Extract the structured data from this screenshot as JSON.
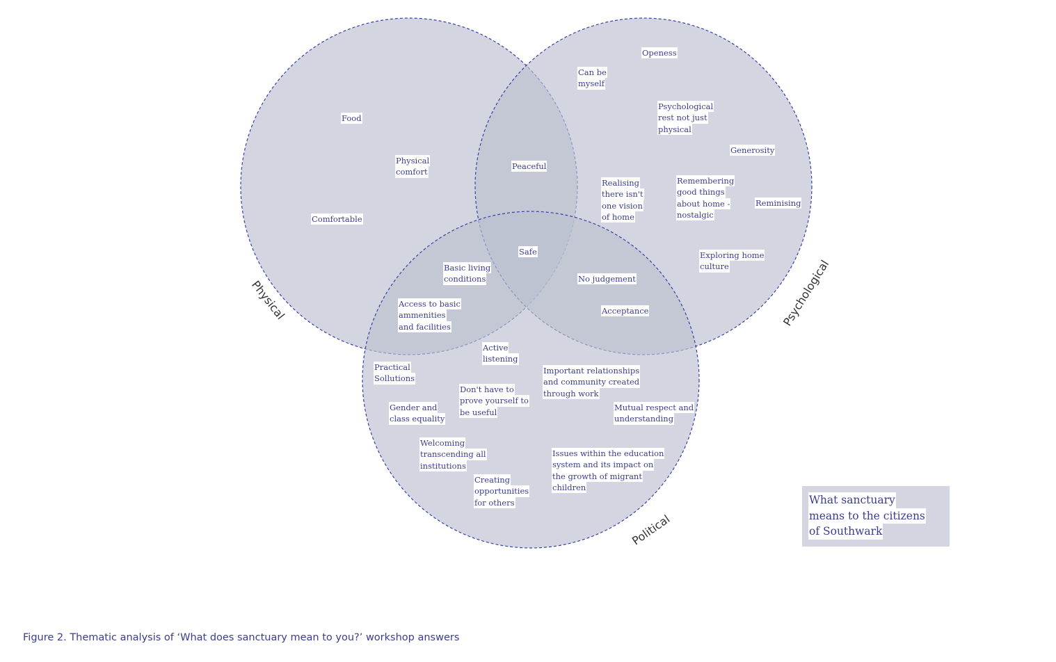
{
  "circles": [
    {
      "label": "Physical"
    },
    {
      "label": "Psychological"
    },
    {
      "label": "Political"
    }
  ],
  "notes": {
    "food": [
      "Food"
    ],
    "physical_comfort": [
      "Physical",
      "comfort"
    ],
    "comfortable": [
      "Comfortable"
    ],
    "peaceful": [
      "Peaceful"
    ],
    "openess": [
      "Openess"
    ],
    "can_be_myself": [
      "Can be",
      "myself"
    ],
    "psychological_rest": [
      "Psychological",
      "rest not just",
      "physical"
    ],
    "generosity": [
      "Generosity"
    ],
    "realising": [
      "Realising",
      "there isn't",
      "one vision",
      "of home"
    ],
    "remembering": [
      "Remembering",
      "good things",
      "about home -",
      "nostalgic"
    ],
    "reminising": [
      "Reminising"
    ],
    "exploring": [
      "Exploring home",
      "culture"
    ],
    "safe": [
      "Safe"
    ],
    "basic_living": [
      "Basic living",
      "conditions"
    ],
    "access_basic": [
      "Access to basic",
      "ammenities",
      "and facilities"
    ],
    "no_judgement": [
      "No judgement"
    ],
    "acceptance": [
      "Acceptance"
    ],
    "active_listening": [
      "Active",
      "listening"
    ],
    "practical": [
      "Practical",
      "Sollutions"
    ],
    "important_relationships": [
      "Important relationships",
      "and community created",
      "through work"
    ],
    "dont_have_to": [
      "Don't have to",
      "prove yourself to",
      "be useful"
    ],
    "gender": [
      "Gender and",
      "class equality"
    ],
    "mutual": [
      "Mutual respect and",
      "understanding"
    ],
    "welcoming": [
      "Welcoming",
      "transcending all",
      "institutions"
    ],
    "issues": [
      "Issues within the education",
      "system and its impact on",
      "the growth of migrant",
      "children"
    ],
    "creating": [
      "Creating",
      "opportunities",
      "for others"
    ]
  },
  "legend": [
    "What  sanctuary",
    "means to the citizens",
    "of Southwark"
  ],
  "caption": "Figure 2. Thematic analysis of ‘What does sanctuary mean to you?’ workshop answers",
  "colors": {
    "circle_fill": "#bcc0d0",
    "circle_stroke": "#3a3fa8",
    "text": "#3a3d8f",
    "legend_bg": "#d3d6e0"
  }
}
